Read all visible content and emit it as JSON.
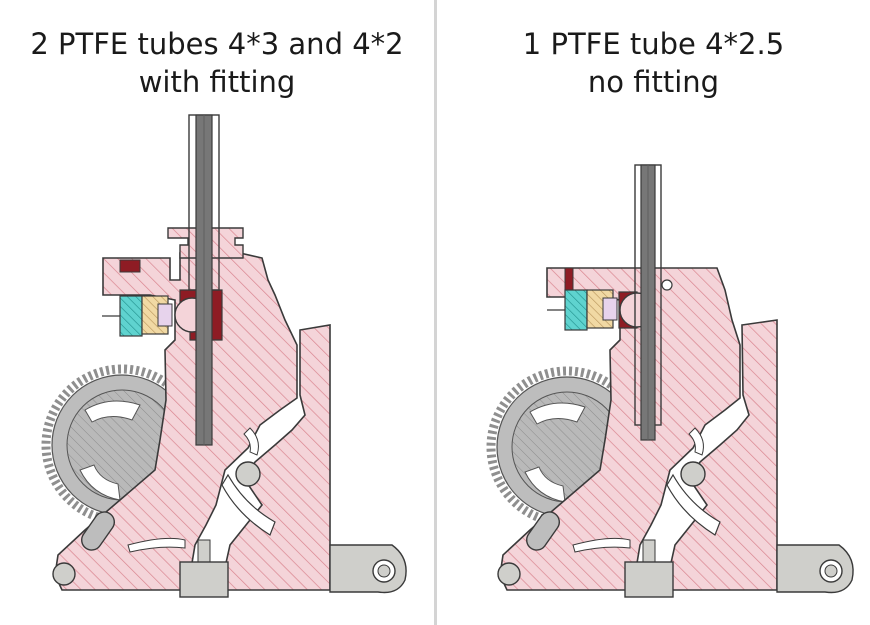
{
  "panels": [
    {
      "title_line1": "2 PTFE tubes 4*3 and 4*2",
      "title_line2": "with fitting"
    },
    {
      "title_line1": "1 PTFE tube 4*2.5",
      "title_line2": "no fitting"
    }
  ],
  "colors": {
    "body_fill": "#f4d4d9",
    "hatch": "#d9848f",
    "outline": "#3a3a3a",
    "tube": "#777777",
    "dark_red": "#8e1c24",
    "teal": "#5fd3cf",
    "tan": "#f1d9a4",
    "gear": "#a8a8a8",
    "bracket": "#cfcfcb"
  }
}
